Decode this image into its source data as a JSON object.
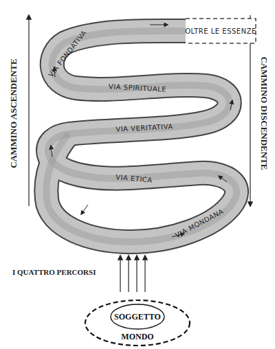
{
  "diagram": {
    "nodes": [
      {
        "text": [
          "MONDO"
        ]
      },
      {
        "text": [
          "SOGGETTO"
        ],
        "in": 0
      }
    ],
    "labels": [
      "CAMMINO ASCENDENTE",
      "CAMMINO DISCENDENTE",
      "VIA FONDATIVA",
      "OLTRE LE ESSENZE",
      "VIA SPIRITUALE",
      "VIA VERITATIVA",
      "VIA ETICA",
      "VIA MONDANA",
      "I QUATTRO PERCORSI"
    ]
  }
}
